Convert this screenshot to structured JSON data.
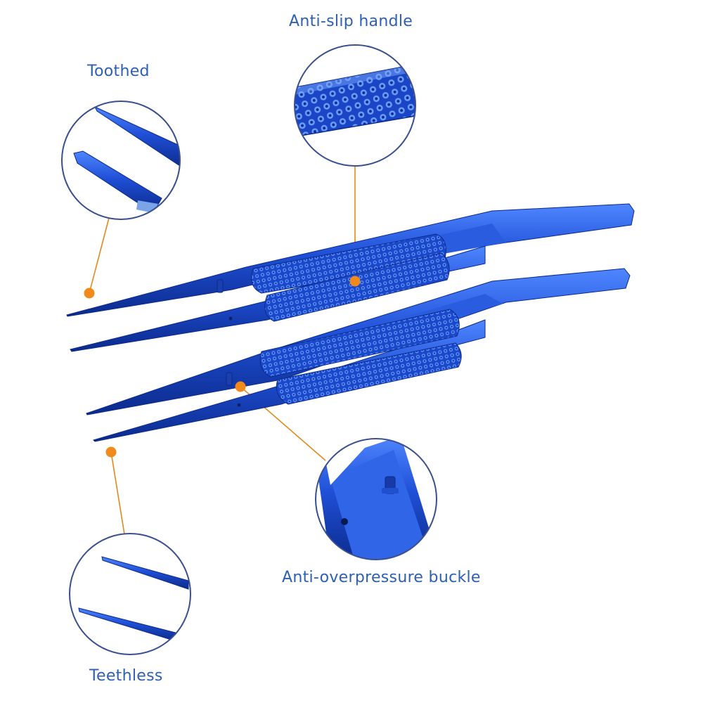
{
  "labels": {
    "anti_slip_handle": "Anti-slip handle",
    "toothed": "Toothed",
    "anti_overpressure_buckle": "Anti-overpressure buckle",
    "teethless": "Teethless"
  },
  "colors": {
    "label_text": "#2d5fb3",
    "callout_line": "#e08a1e",
    "callout_dot": "#f08a1c",
    "circle_border": "#3a4f8f",
    "instrument_blue": "#1f4fd6",
    "instrument_highlight": "#4f86ff",
    "instrument_shadow": "#0b2a8a"
  },
  "callouts": [
    {
      "name": "anti-slip-handle",
      "icon": "knurled-handle-closeup"
    },
    {
      "name": "toothed",
      "icon": "toothed-tips-closeup"
    },
    {
      "name": "anti-overpressure-buckle",
      "icon": "buckle-pin-closeup"
    },
    {
      "name": "teethless",
      "icon": "teethless-tips-closeup"
    }
  ]
}
